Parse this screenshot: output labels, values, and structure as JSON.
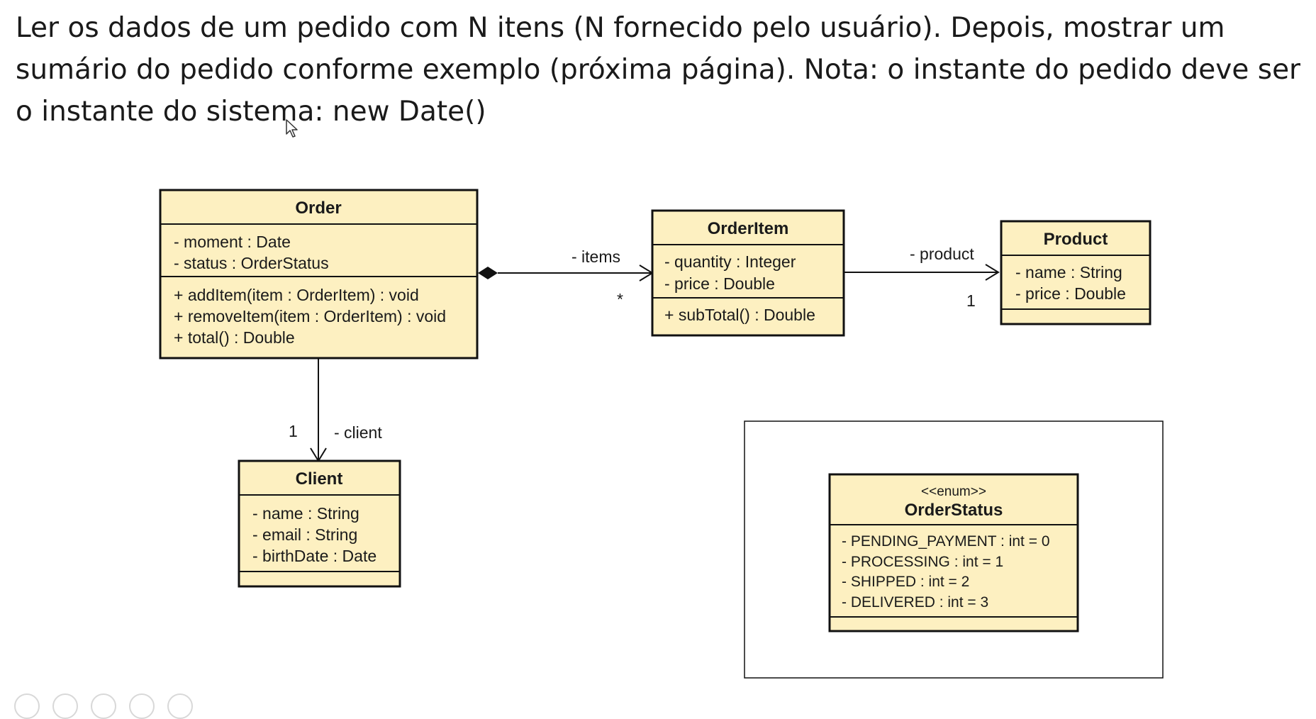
{
  "intro": {
    "lines": [
      "Ler os dados de um pedido com N itens (N fornecido pelo usuário). Depois, mostrar um",
      "sumário do pedido conforme exemplo (próxima página). Nota: o instante do pedido deve ser",
      "o instante do sistema: new Date()"
    ]
  },
  "classes": {
    "order": {
      "name": "Order",
      "attributes": [
        "- moment : Date",
        "- status : OrderStatus"
      ],
      "methods": [
        "+ addItem(item : OrderItem) : void",
        "+ removeItem(item : OrderItem) : void",
        "+ total() : Double"
      ]
    },
    "order_item": {
      "name": "OrderItem",
      "attributes": [
        "- quantity : Integer",
        "- price : Double"
      ],
      "methods": [
        "+ subTotal() : Double"
      ]
    },
    "product": {
      "name": "Product",
      "attributes": [
        "- name : String",
        "- price : Double"
      ]
    },
    "client": {
      "name": "Client",
      "attributes": [
        "- name : String",
        "- email : String",
        "- birthDate : Date"
      ]
    },
    "order_status": {
      "stereotype": "<<enum>>",
      "name": "OrderStatus",
      "literals": [
        "- PENDING_PAYMENT : int = 0",
        "- PROCESSING : int = 1",
        "- SHIPPED : int = 2",
        "- DELIVERED : int = 3"
      ]
    }
  },
  "associations": {
    "items": {
      "role": "- items",
      "multiplicity": "*"
    },
    "product": {
      "role": "- product",
      "multiplicity": "1"
    },
    "client": {
      "role": "- client",
      "multiplicity": "1"
    }
  },
  "colors": {
    "class_fill": "#fdf0c1",
    "line": "#111111"
  },
  "icons": [
    "cursor-arrow-icon"
  ]
}
